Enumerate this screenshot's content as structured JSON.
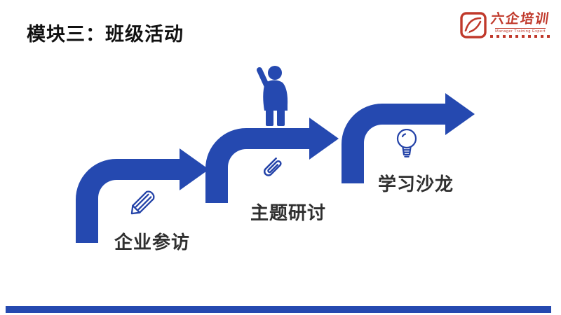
{
  "slide": {
    "title": "模块三：班级活动"
  },
  "logo": {
    "name": "六企培训",
    "tagline": "Manager Training Expert"
  },
  "steps": [
    {
      "label": "企业参访",
      "icon": "pencil-icon"
    },
    {
      "label": "主题研讨",
      "icon": "paperclip-icon"
    },
    {
      "label": "学习沙龙",
      "icon": "lightbulb-icon"
    }
  ],
  "figure": {
    "description": "person raising hand standing on middle arrow"
  },
  "colors": {
    "arrow_blue": "#2549b0",
    "icon_blue": "#2443a8",
    "logo_red": "#c0392b",
    "title_black": "#111111",
    "label_gray": "#2f2f2f",
    "background": "#ffffff"
  }
}
